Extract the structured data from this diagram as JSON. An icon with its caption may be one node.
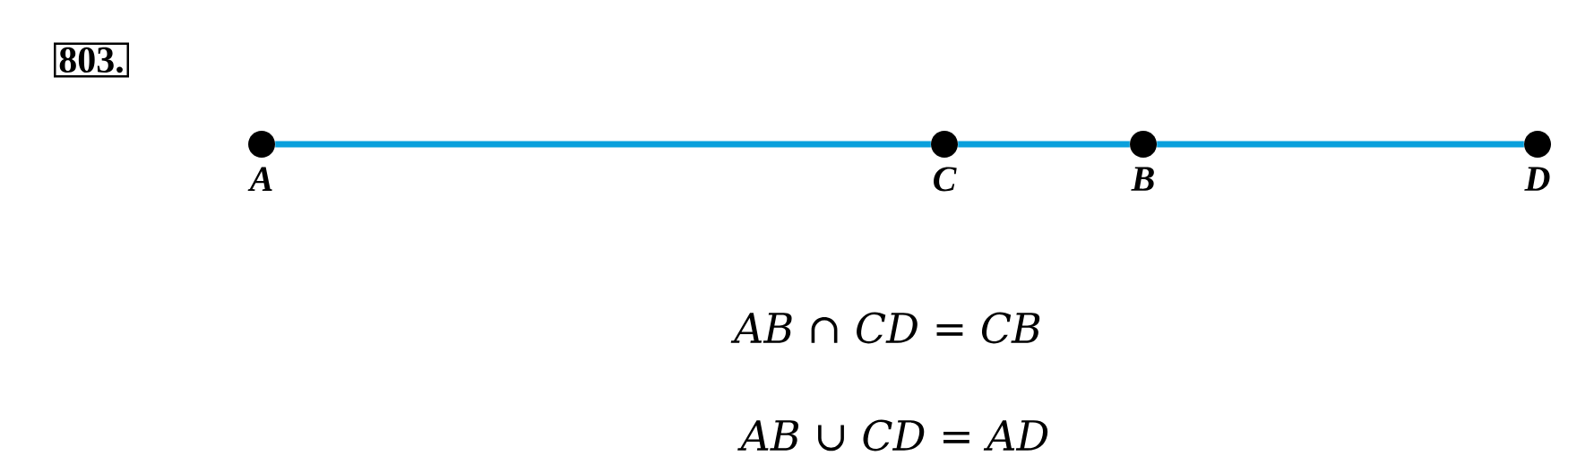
{
  "diagram": {
    "nodes": [
      {
        "text": [
          "803."
        ]
      },
      {
        "text": [
          "A"
        ]
      },
      {
        "text": [
          "C"
        ]
      },
      {
        "text": [
          "B"
        ]
      },
      {
        "text": [
          "D"
        ]
      }
    ],
    "edges": [
      {
        "from": 1,
        "to": 2,
        "arrow": "none",
        "color": "#0aa0dc"
      },
      {
        "from": 2,
        "to": 3,
        "arrow": "none",
        "color": "#0aa0dc"
      },
      {
        "from": 3,
        "to": 4,
        "arrow": "none",
        "color": "#0aa0dc"
      }
    ],
    "labels": [
      "AB ∩ CD = CB",
      "AB ∪ CD = AD"
    ]
  }
}
